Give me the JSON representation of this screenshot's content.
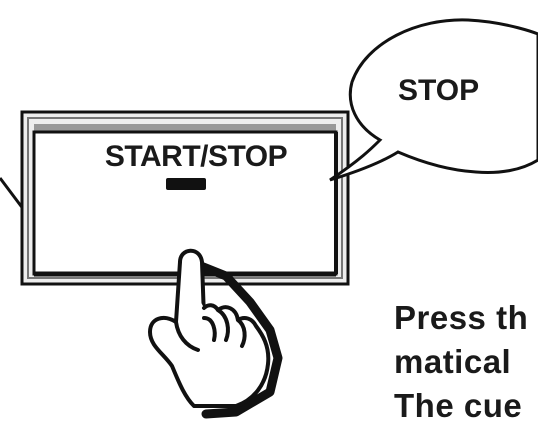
{
  "button": {
    "label": "START/STOP"
  },
  "speech_bubble": {
    "text": "STOP"
  },
  "instructions": {
    "lines": [
      "Press th",
      "matical",
      "The cue"
    ]
  },
  "icons": {
    "hand": "pointing-hand-icon"
  }
}
